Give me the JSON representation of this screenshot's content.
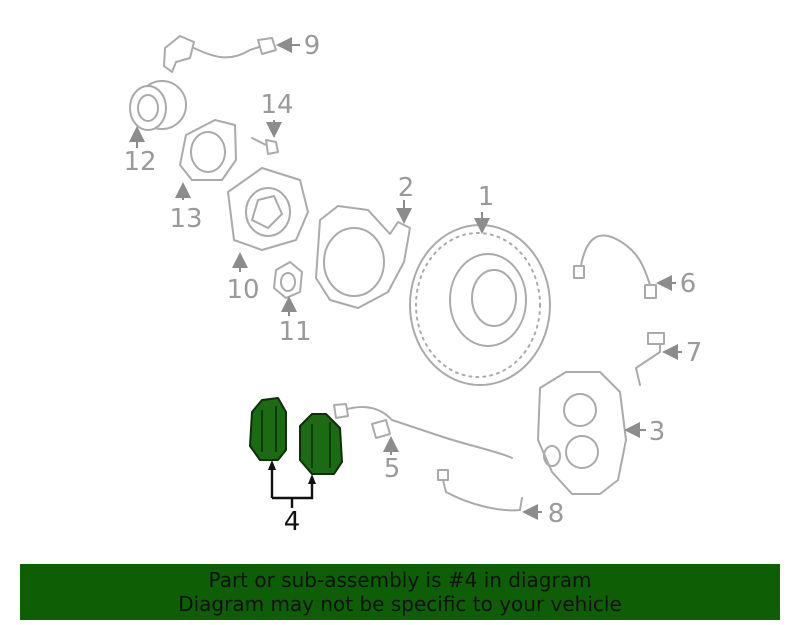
{
  "diagram": {
    "callouts": [
      {
        "id": "1",
        "label": "1",
        "highlighted": false
      },
      {
        "id": "2",
        "label": "2",
        "highlighted": false
      },
      {
        "id": "3",
        "label": "3",
        "highlighted": false
      },
      {
        "id": "4",
        "label": "4",
        "highlighted": true
      },
      {
        "id": "5",
        "label": "5",
        "highlighted": false
      },
      {
        "id": "6",
        "label": "6",
        "highlighted": false
      },
      {
        "id": "7",
        "label": "7",
        "highlighted": false
      },
      {
        "id": "8",
        "label": "8",
        "highlighted": false
      },
      {
        "id": "9",
        "label": "9",
        "highlighted": false
      },
      {
        "id": "10",
        "label": "10",
        "highlighted": false
      },
      {
        "id": "11",
        "label": "11",
        "highlighted": false
      },
      {
        "id": "12",
        "label": "12",
        "highlighted": false
      },
      {
        "id": "13",
        "label": "13",
        "highlighted": false
      },
      {
        "id": "14",
        "label": "14",
        "highlighted": false
      }
    ],
    "colors": {
      "part_outline": "#aaaaaa",
      "highlight_fill": "#1a6b12",
      "banner_bg": "#0e5e06",
      "text": "#111111"
    }
  },
  "banner": {
    "line1": "Part or sub-assembly is #4 in diagram",
    "line2": "Diagram may not be specific to your vehicle"
  }
}
